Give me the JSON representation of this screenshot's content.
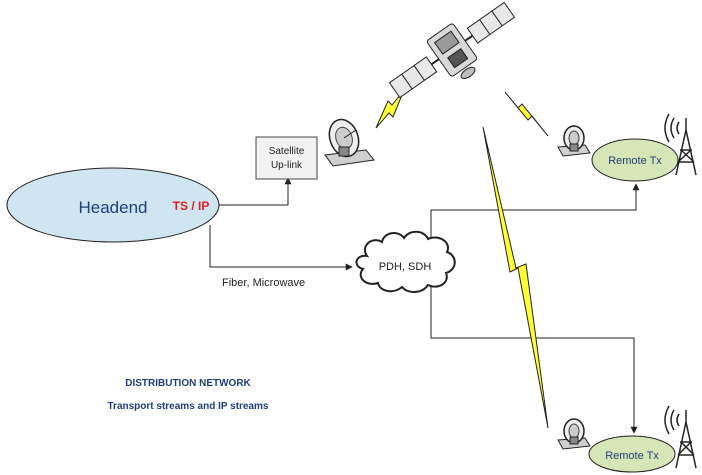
{
  "headend": {
    "label": "Headend",
    "tag": "TS / IP"
  },
  "uplink": {
    "line1": "Satellite",
    "line2": "Up-link"
  },
  "cloud": {
    "label": "PDH, SDH"
  },
  "fiber_label": "Fiber, Microwave",
  "remote_top": {
    "label": "Remote Tx"
  },
  "remote_bottom": {
    "label": "Remote Tx"
  },
  "caption": {
    "line1": "DISTRIBUTION NETWORK",
    "line2": "Transport streams and IP streams"
  },
  "colors": {
    "headend_fill": "#cfe6f2",
    "remote_fill": "#d7e6b6",
    "text_navy": "#1f3f7a",
    "tag_red": "#e02020",
    "lightning": "#ffff33"
  }
}
